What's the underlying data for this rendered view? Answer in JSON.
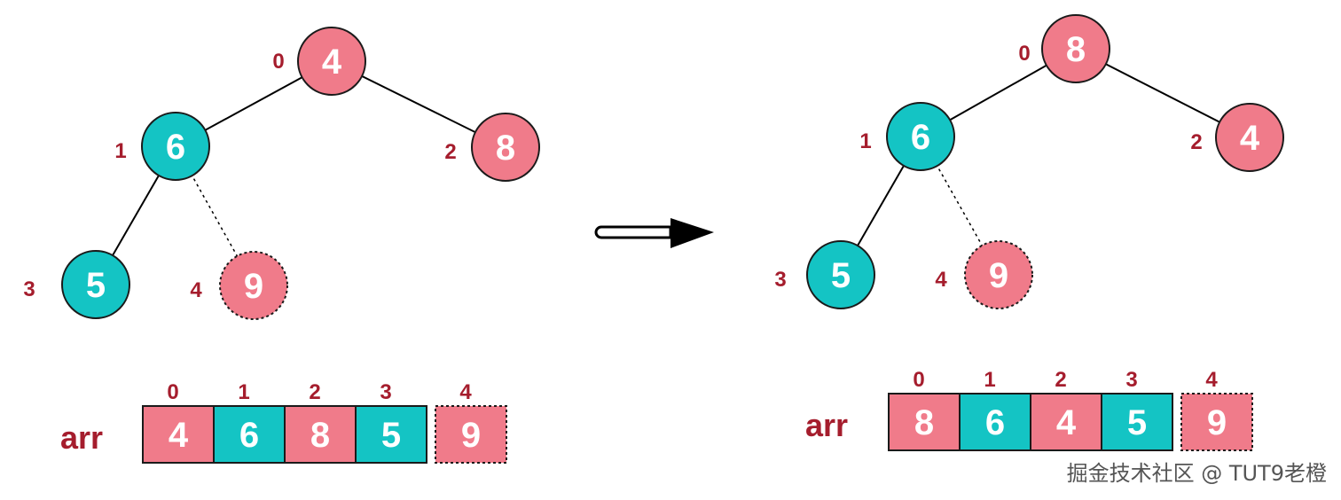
{
  "colors": {
    "pink": "#f07b8a",
    "teal": "#14c4c4",
    "index_red": "#a51d2d",
    "stroke": "#1a1a1a"
  },
  "diagrams": [
    {
      "id": "before",
      "nodes": [
        {
          "index": "0",
          "value": "4",
          "color": "pink",
          "dashed": false
        },
        {
          "index": "1",
          "value": "6",
          "color": "teal",
          "dashed": false
        },
        {
          "index": "2",
          "value": "8",
          "color": "pink",
          "dashed": false
        },
        {
          "index": "3",
          "value": "5",
          "color": "teal",
          "dashed": false
        },
        {
          "index": "4",
          "value": "9",
          "color": "pink",
          "dashed": true
        }
      ],
      "edges": [
        {
          "from": 0,
          "to": 1,
          "dashed": false
        },
        {
          "from": 0,
          "to": 2,
          "dashed": false
        },
        {
          "from": 1,
          "to": 3,
          "dashed": false
        },
        {
          "from": 1,
          "to": 4,
          "dashed": true
        }
      ],
      "array": {
        "label": "arr",
        "cells": [
          {
            "index": "0",
            "value": "4",
            "color": "pink",
            "dashed": false
          },
          {
            "index": "1",
            "value": "6",
            "color": "teal",
            "dashed": false
          },
          {
            "index": "2",
            "value": "8",
            "color": "pink",
            "dashed": false
          },
          {
            "index": "3",
            "value": "5",
            "color": "teal",
            "dashed": false
          },
          {
            "index": "4",
            "value": "9",
            "color": "pink",
            "dashed": true
          }
        ]
      }
    },
    {
      "id": "after",
      "nodes": [
        {
          "index": "0",
          "value": "8",
          "color": "pink",
          "dashed": false
        },
        {
          "index": "1",
          "value": "6",
          "color": "teal",
          "dashed": false
        },
        {
          "index": "2",
          "value": "4",
          "color": "pink",
          "dashed": false
        },
        {
          "index": "3",
          "value": "5",
          "color": "teal",
          "dashed": false
        },
        {
          "index": "4",
          "value": "9",
          "color": "pink",
          "dashed": true
        }
      ],
      "edges": [
        {
          "from": 0,
          "to": 1,
          "dashed": false
        },
        {
          "from": 0,
          "to": 2,
          "dashed": false
        },
        {
          "from": 1,
          "to": 3,
          "dashed": false
        },
        {
          "from": 1,
          "to": 4,
          "dashed": true
        }
      ],
      "array": {
        "label": "arr",
        "cells": [
          {
            "index": "0",
            "value": "8",
            "color": "pink",
            "dashed": false
          },
          {
            "index": "1",
            "value": "6",
            "color": "teal",
            "dashed": false
          },
          {
            "index": "2",
            "value": "4",
            "color": "pink",
            "dashed": false
          },
          {
            "index": "3",
            "value": "5",
            "color": "teal",
            "dashed": false
          },
          {
            "index": "4",
            "value": "9",
            "color": "pink",
            "dashed": true
          }
        ]
      }
    }
  ],
  "arrow_icon": "right-arrow-icon",
  "watermark": "掘金技术社区 @ TUT9老橙"
}
